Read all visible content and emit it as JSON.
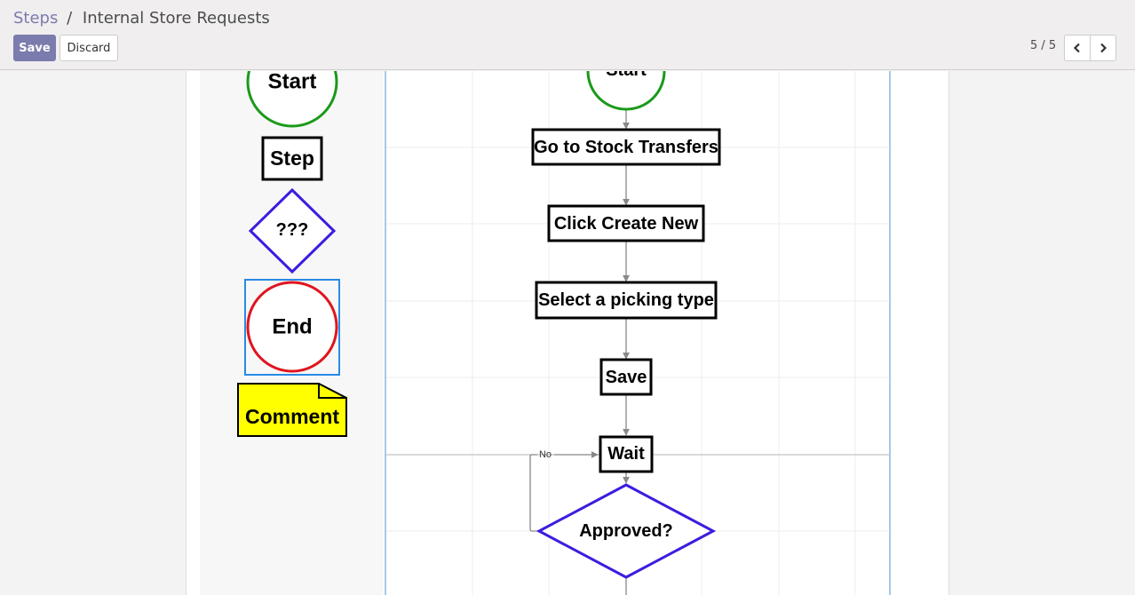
{
  "breadcrumb": {
    "parent": "Steps",
    "separator": "/",
    "current": "Internal Store Requests"
  },
  "toolbar": {
    "save_label": "Save",
    "discard_label": "Discard"
  },
  "pager": {
    "value": "5 / 5",
    "prev_icon": "chevron-left-icon",
    "next_icon": "chevron-right-icon"
  },
  "palette": {
    "start_label": "Start",
    "step_label": "Step",
    "decision_label": "???",
    "end_label": "End",
    "comment_label": "Comment"
  },
  "flow": {
    "start_label": "Start",
    "steps": [
      "Go to Stock Transfers",
      "Click Create New",
      "Select a picking type",
      "Save",
      "Wait"
    ],
    "decision_label": "Approved?",
    "loop_label": "No"
  },
  "colors": {
    "accent": "#7c7bad",
    "start_green": "#1a9a1a",
    "end_red": "#e0141e",
    "decision_purple": "#3b1de0",
    "comment_yellow": "#ffff00",
    "selection_blue": "#2a8ae6",
    "canvas_border": "#a9c6ea"
  }
}
